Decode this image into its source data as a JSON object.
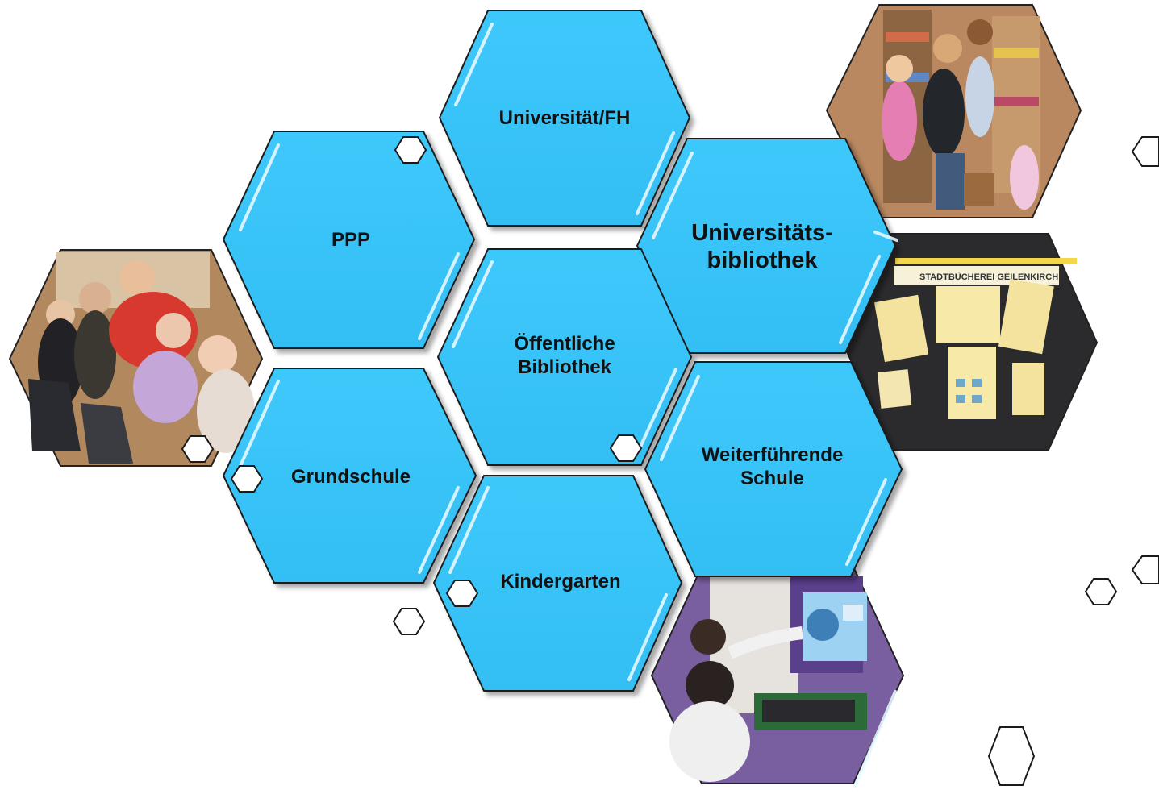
{
  "hexagons": {
    "universitaet_fh": "Universität/FH",
    "ppp": "PPP",
    "universitaetsbibliothek": "Universitäts-\nbibliothek",
    "oeffentliche_bibliothek": "Öffentliche\nBibliothek",
    "grundschule": "Grundschule",
    "weiterfuehrende_schule": "Weiterführende\nSchule",
    "kindergarten": "Kindergarten"
  },
  "photos": {
    "library_poster_header": "STADTBÜCHEREI GEILENKIRCH"
  },
  "colors": {
    "hex_fill": "#3cc4f8",
    "hex_stroke": "#1a1a1a",
    "highlight": "#dff4ff",
    "text": "#111111"
  },
  "icons": [
    "small-hexagon-icon"
  ]
}
